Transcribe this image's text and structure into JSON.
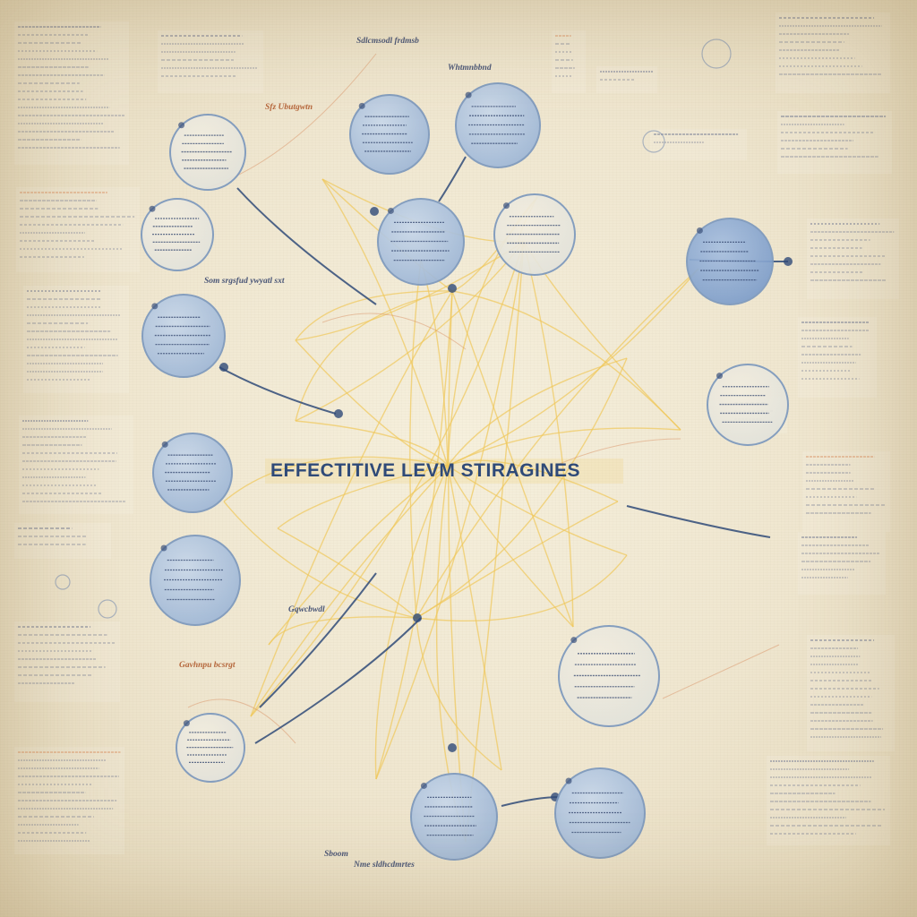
{
  "diagram": {
    "title": "EFFECTITIVE LEVM STIRAGINES",
    "colors": {
      "paper": "#efe6cf",
      "node_fill": "#a9c0dc",
      "node_fill_strong": "#8aa9d2",
      "node_stroke": "#7c98bd",
      "ink": "#2f4a78",
      "yellow_line": "#f0c85a",
      "accent_orange": "#d88a5a"
    },
    "labels": {
      "left_center": "Som srgsfud ywyatl sxt",
      "left_mid": "Gqwcbwdl",
      "bottom_left_small": "Gavhnpu bcsrgt",
      "bottom_small": "Sboom",
      "bottom_caption": "Nme sldhcdmrtes",
      "top_caption": "Whtmnbbnd",
      "top_caption2": "Sdlcmsodl frdmsb",
      "left_accent": "Sfz Ubutgwtn"
    }
  }
}
